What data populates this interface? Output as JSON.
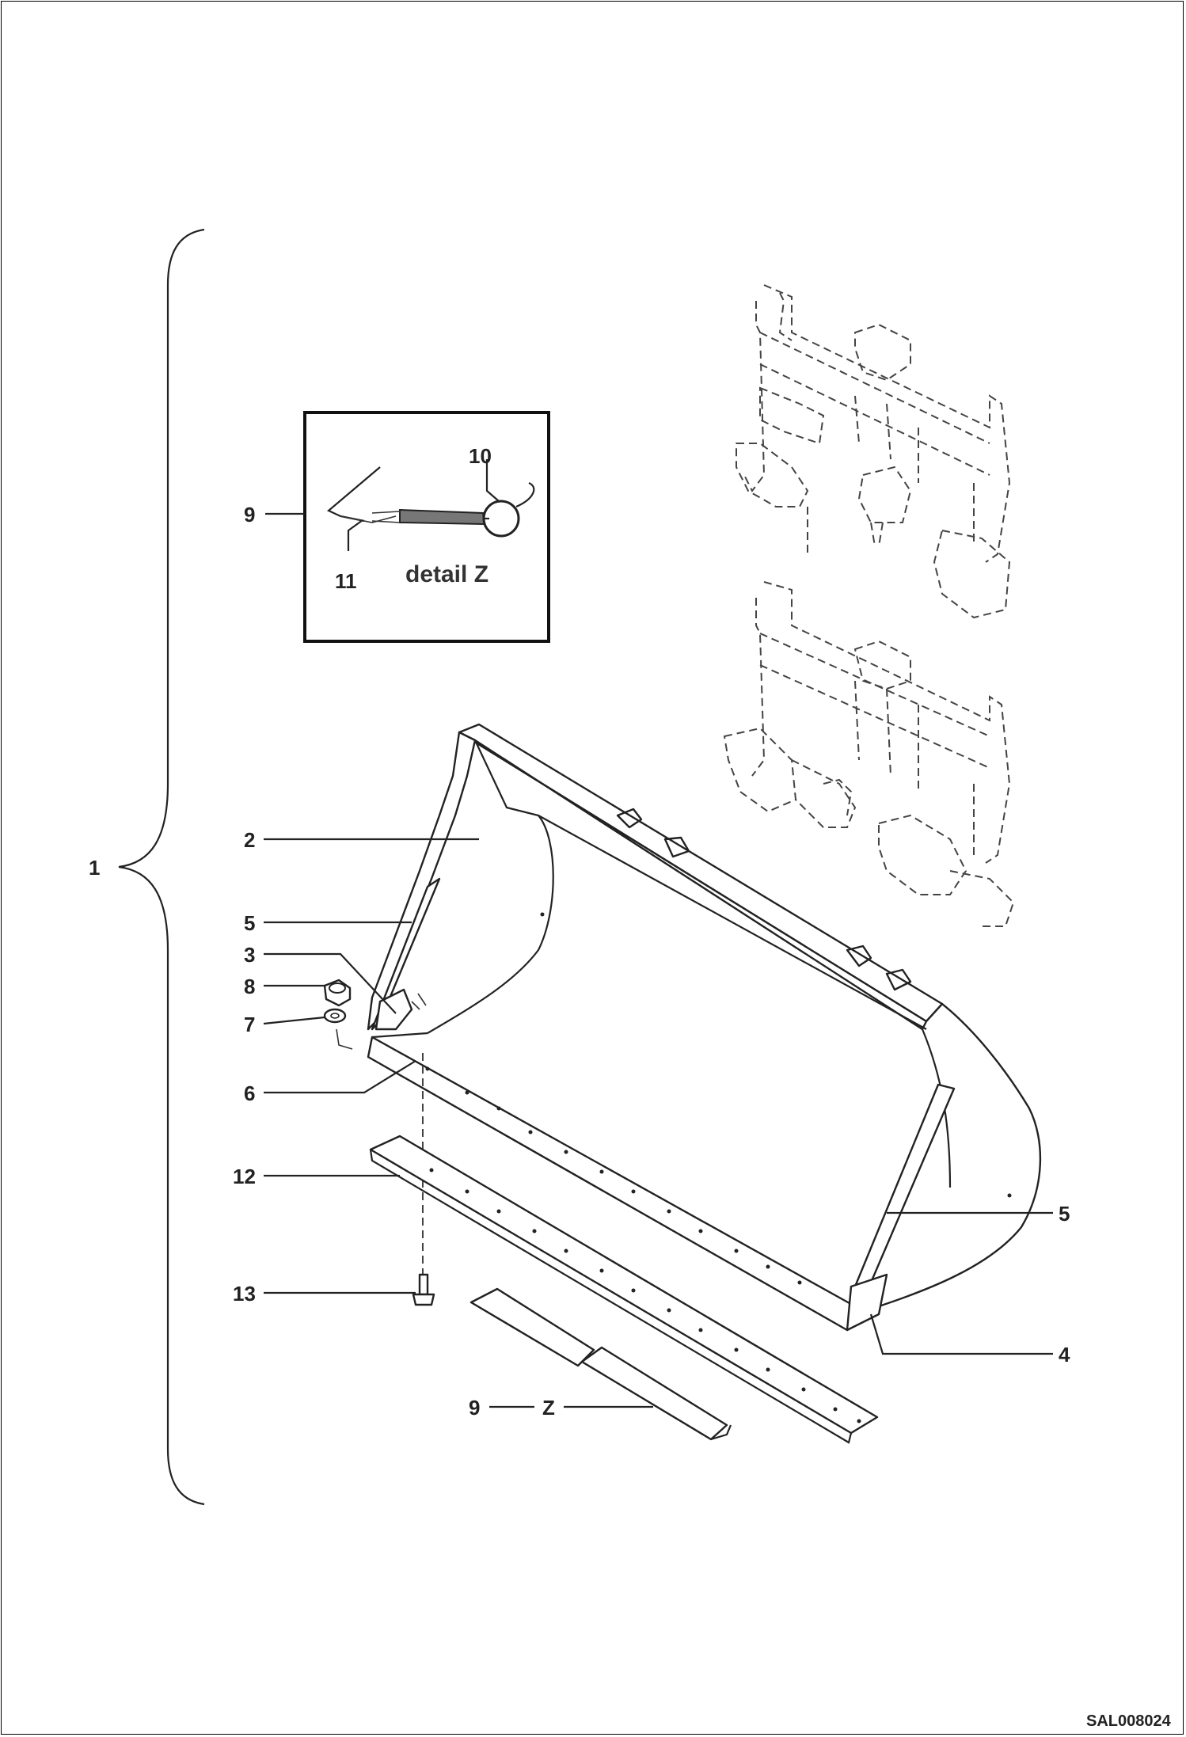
{
  "detail": {
    "caption": "detail Z"
  },
  "callouts": {
    "c1": "1",
    "c2": "2",
    "c3": "3",
    "c4": "4",
    "c5a": "5",
    "c5b": "5",
    "c6": "6",
    "c7": "7",
    "c8": "8",
    "c9a": "9",
    "c9b": "9",
    "c10": "10",
    "c11": "11",
    "c12": "12",
    "c13": "13",
    "z": "Z"
  },
  "reference_code": "SAL008024"
}
